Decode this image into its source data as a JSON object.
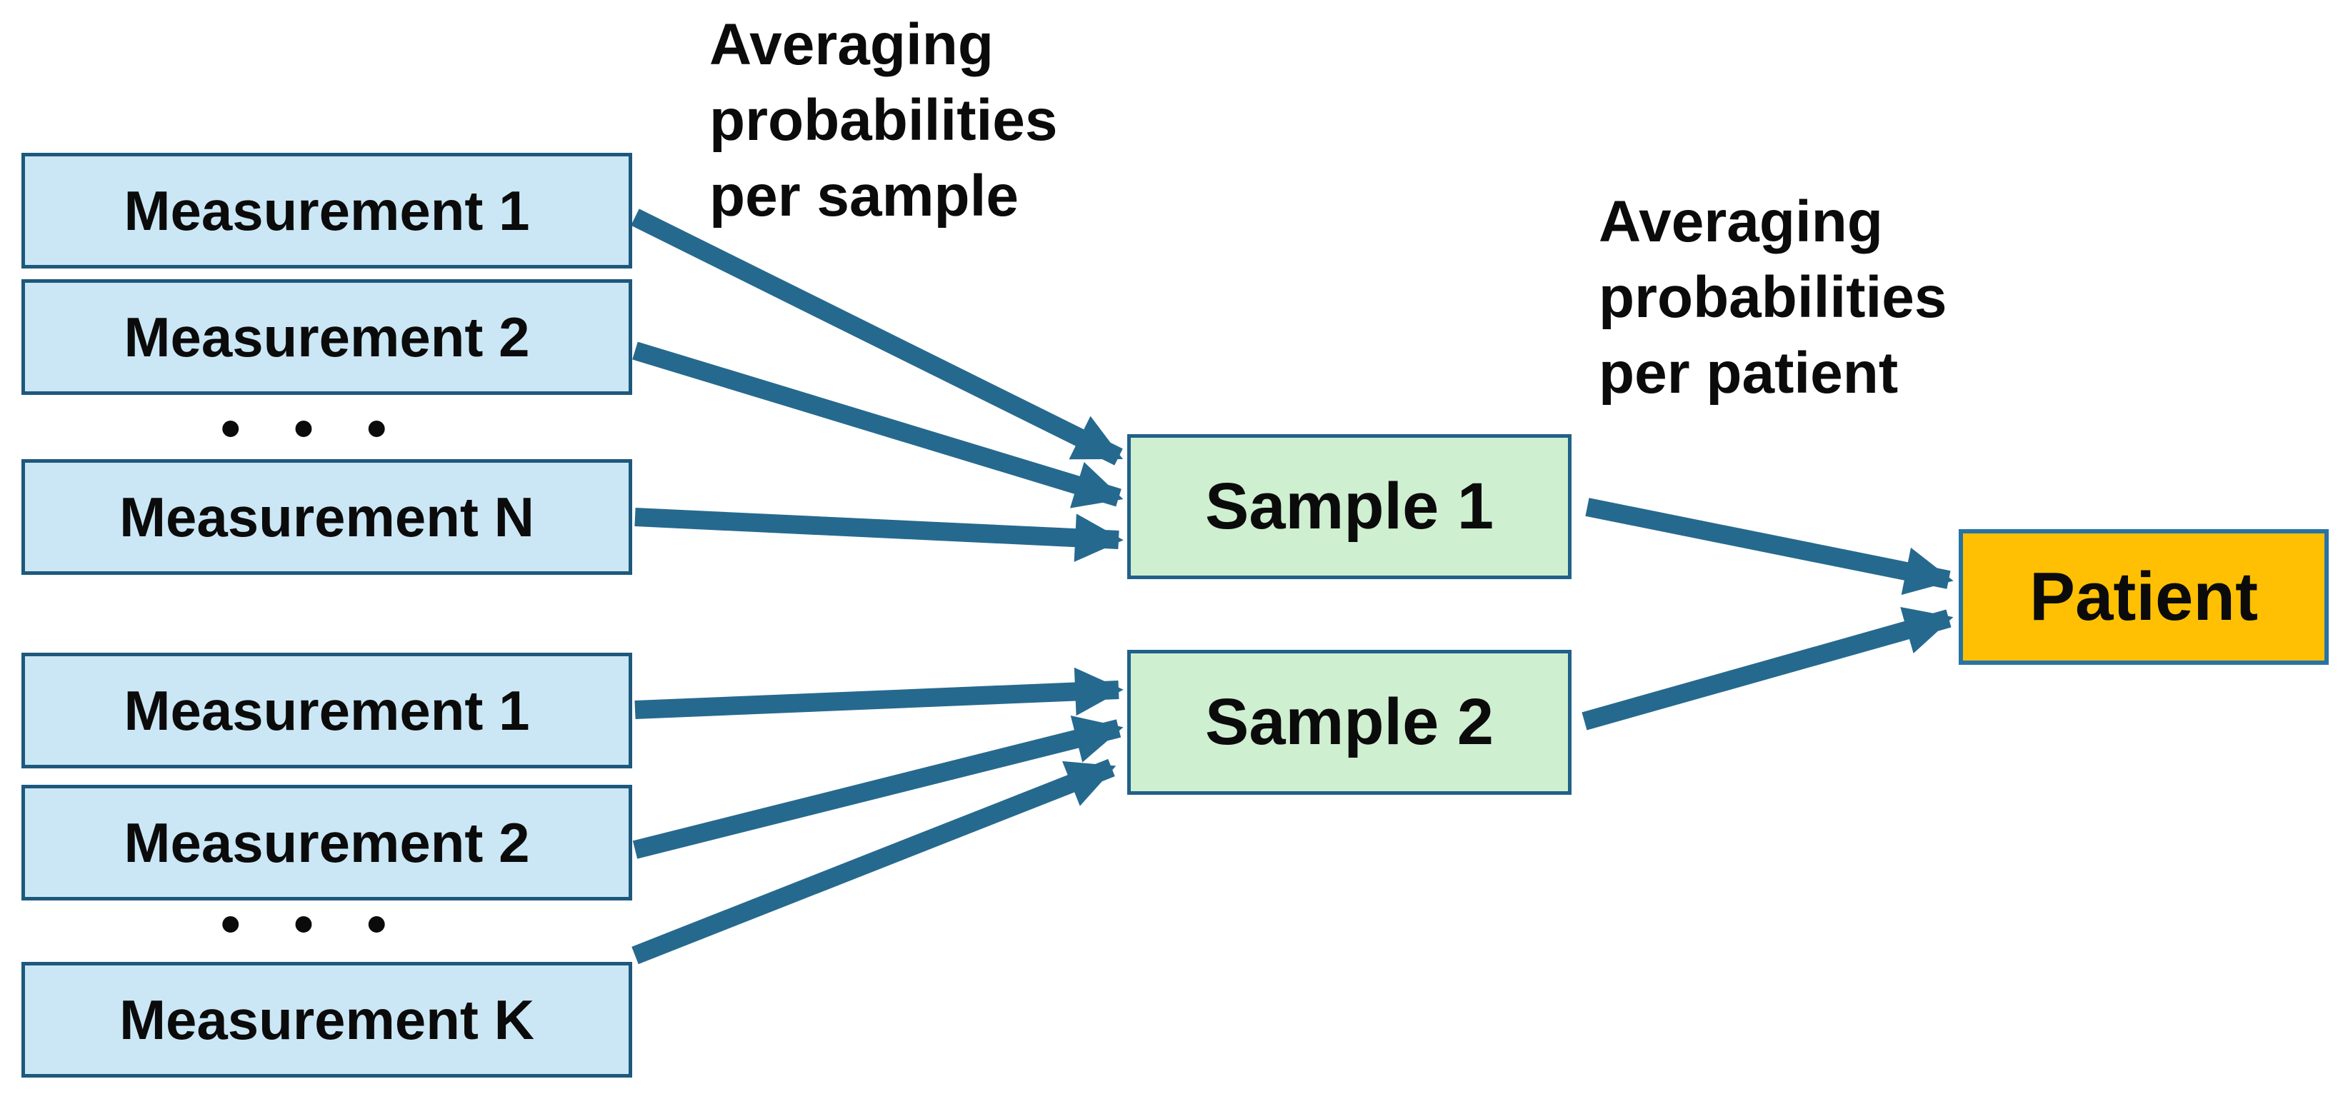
{
  "colors": {
    "background": "#ffffff",
    "measurement_fill": "#cbe7f5",
    "measurement_border": "#1e587c",
    "sample_fill": "#ceefd0",
    "sample_border": "#216089",
    "patient_fill": "#ffc003",
    "patient_border": "#2873a3",
    "arrow": "#26698e",
    "text": "#0b0b0b"
  },
  "group1": {
    "box1": "Measurement 1",
    "box2": "Measurement 2",
    "ellipsis": "• • •",
    "box3": "Measurement N"
  },
  "group2": {
    "box1": "Measurement 1",
    "box2": "Measurement 2",
    "ellipsis": "• • •",
    "box3": "Measurement K"
  },
  "samples": {
    "sample1": "Sample 1",
    "sample2": "Sample 2"
  },
  "patient": {
    "label": "Patient"
  },
  "annotations": {
    "per_sample": {
      "line1": "Averaging",
      "line2": "probabilities",
      "line3": "per sample"
    },
    "per_patient": {
      "line1": "Averaging",
      "line2": "probabilities",
      "line3": "per patient"
    }
  },
  "edges": [
    {
      "from": "measurement-1-group-1",
      "to": "sample-1"
    },
    {
      "from": "measurement-2-group-1",
      "to": "sample-1"
    },
    {
      "from": "measurement-n-group-1",
      "to": "sample-1"
    },
    {
      "from": "measurement-1-group-2",
      "to": "sample-2"
    },
    {
      "from": "measurement-2-group-2",
      "to": "sample-2"
    },
    {
      "from": "measurement-k-group-2",
      "to": "sample-2"
    },
    {
      "from": "sample-1",
      "to": "patient"
    },
    {
      "from": "sample-2",
      "to": "patient"
    }
  ]
}
